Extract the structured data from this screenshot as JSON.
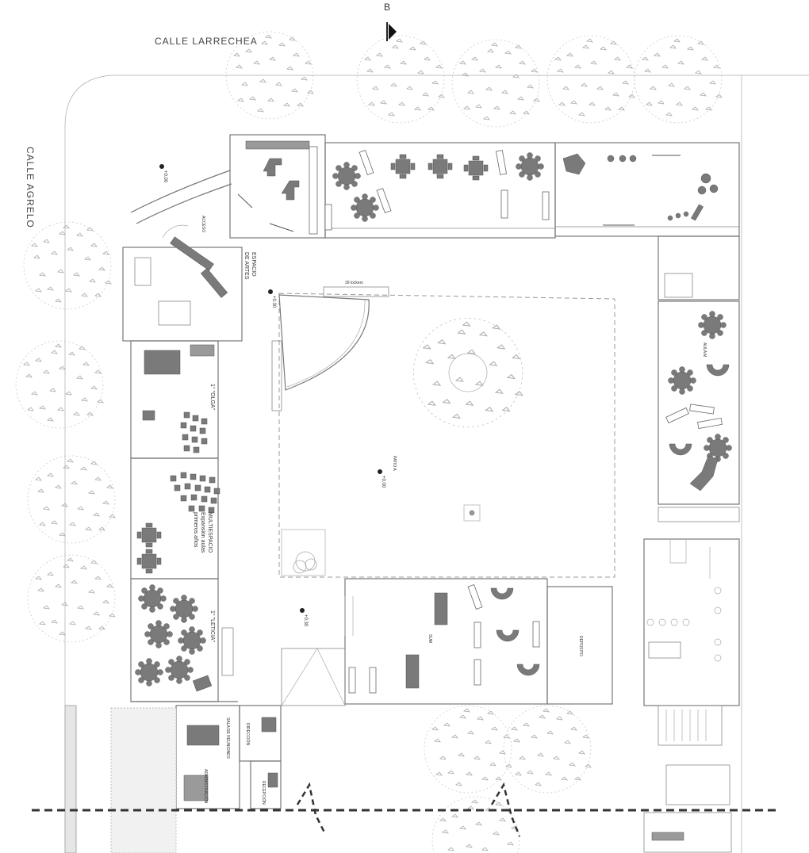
{
  "streets": {
    "top": "CALLE LARRECHEA",
    "left": "CALLE AGRELO"
  },
  "section_marker": "B",
  "levels": {
    "entry": "+0.00",
    "arts": "+0.30",
    "patio": "+0.00",
    "bottom": "+0.30"
  },
  "rooms": {
    "acceso": "ACCESO",
    "espacio_artes_1": "ESPACIO",
    "espacio_artes_2": "DE ARTES",
    "lockers": "39 lockers",
    "olga": "1° \"OLGA\"",
    "multiespacio_1": "MULTIESPACIO",
    "multiespacio_2": "Expansión aulas",
    "multiespacio_3": "primeros años",
    "leticia": "1° \"LETICIA\"",
    "patio": "PATIO A",
    "aula": "AULA M",
    "sum": "SUM",
    "deposito": "DEPOSITO",
    "sala_reuniones": "SALA DE REUNIONES",
    "direccion": "DIRECCIÓN",
    "administracion": "ADMINISTRACIÓN",
    "recepcion": "RECEPCIÓN"
  }
}
